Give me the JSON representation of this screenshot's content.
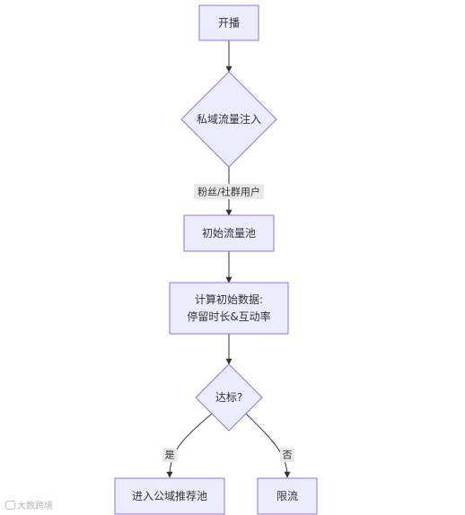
{
  "flowchart": {
    "node_fill": "#ececff",
    "node_stroke": "#9370db",
    "edge_color": "#333333",
    "label_bg": "#e8e8e8",
    "nodes": {
      "start": {
        "lines": [
          "开播"
        ]
      },
      "private_traffic": {
        "lines": [
          "私域流量注入"
        ]
      },
      "initial_pool": {
        "lines": [
          "初始流量池"
        ]
      },
      "compute_data": {
        "lines": [
          "计算初始数据:",
          "停留时长&互动率"
        ]
      },
      "meets_standard": {
        "lines": [
          "达标?"
        ]
      },
      "public_pool": {
        "lines": [
          "进入公域推荐池"
        ]
      },
      "throttled": {
        "lines": [
          "限流"
        ]
      }
    },
    "edges": {
      "e1": {
        "label": ""
      },
      "e2": {
        "label": "粉丝/社群用户"
      },
      "e3": {
        "label": ""
      },
      "e4": {
        "label": ""
      },
      "e5": {
        "label": "是"
      },
      "e6": {
        "label": "否"
      }
    }
  },
  "watermark": {
    "text": "大数跨境",
    "icon": "logo-icon"
  }
}
